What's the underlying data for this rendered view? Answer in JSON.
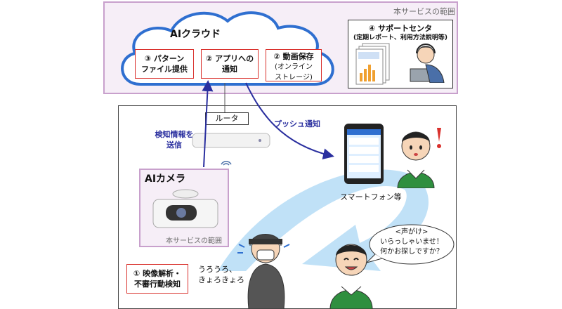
{
  "cloud_region": {
    "label": "本サービスの範囲"
  },
  "cloud": {
    "title": "AIクラウド",
    "boxes": [
      {
        "line1": "③ パターン",
        "line2": "ファイル提供",
        "line3": ""
      },
      {
        "line1": "② アプリへの",
        "line2": "通知",
        "line3": ""
      },
      {
        "line1": "② 動画保存",
        "line2": "(オンライン",
        "line3": "ストレージ)"
      }
    ]
  },
  "support": {
    "title": "④ サポートセンタ",
    "subtitle": "(定期レポート、利用方法説明等)"
  },
  "router": {
    "label": "ルータ"
  },
  "send_label": {
    "line1": "検知情報を",
    "line2": "送信"
  },
  "push_label": "プッシュ通知",
  "camera": {
    "title": "AIカメラ",
    "region_label": "本サービスの範囲"
  },
  "smartphone": {
    "label": "スマートフォン等"
  },
  "detection": {
    "line1": "① 映像解析・",
    "line2": "不審行動検知"
  },
  "suspect_text": {
    "line1": "うろうろ、",
    "line2": "きょろきょろ"
  },
  "greeting": {
    "line1": "<声がけ>",
    "line2": "いらっしゃいませ！",
    "line3": "何かお探しですか？"
  },
  "colors": {
    "cloud_outline": "#2f6fd0",
    "region_border": "#c8a0cc",
    "region_fill": "#f6eef7",
    "highlight_box": "#d9302c",
    "arrow": "#2a2f9f",
    "swoosh": "#8cc8f0"
  }
}
